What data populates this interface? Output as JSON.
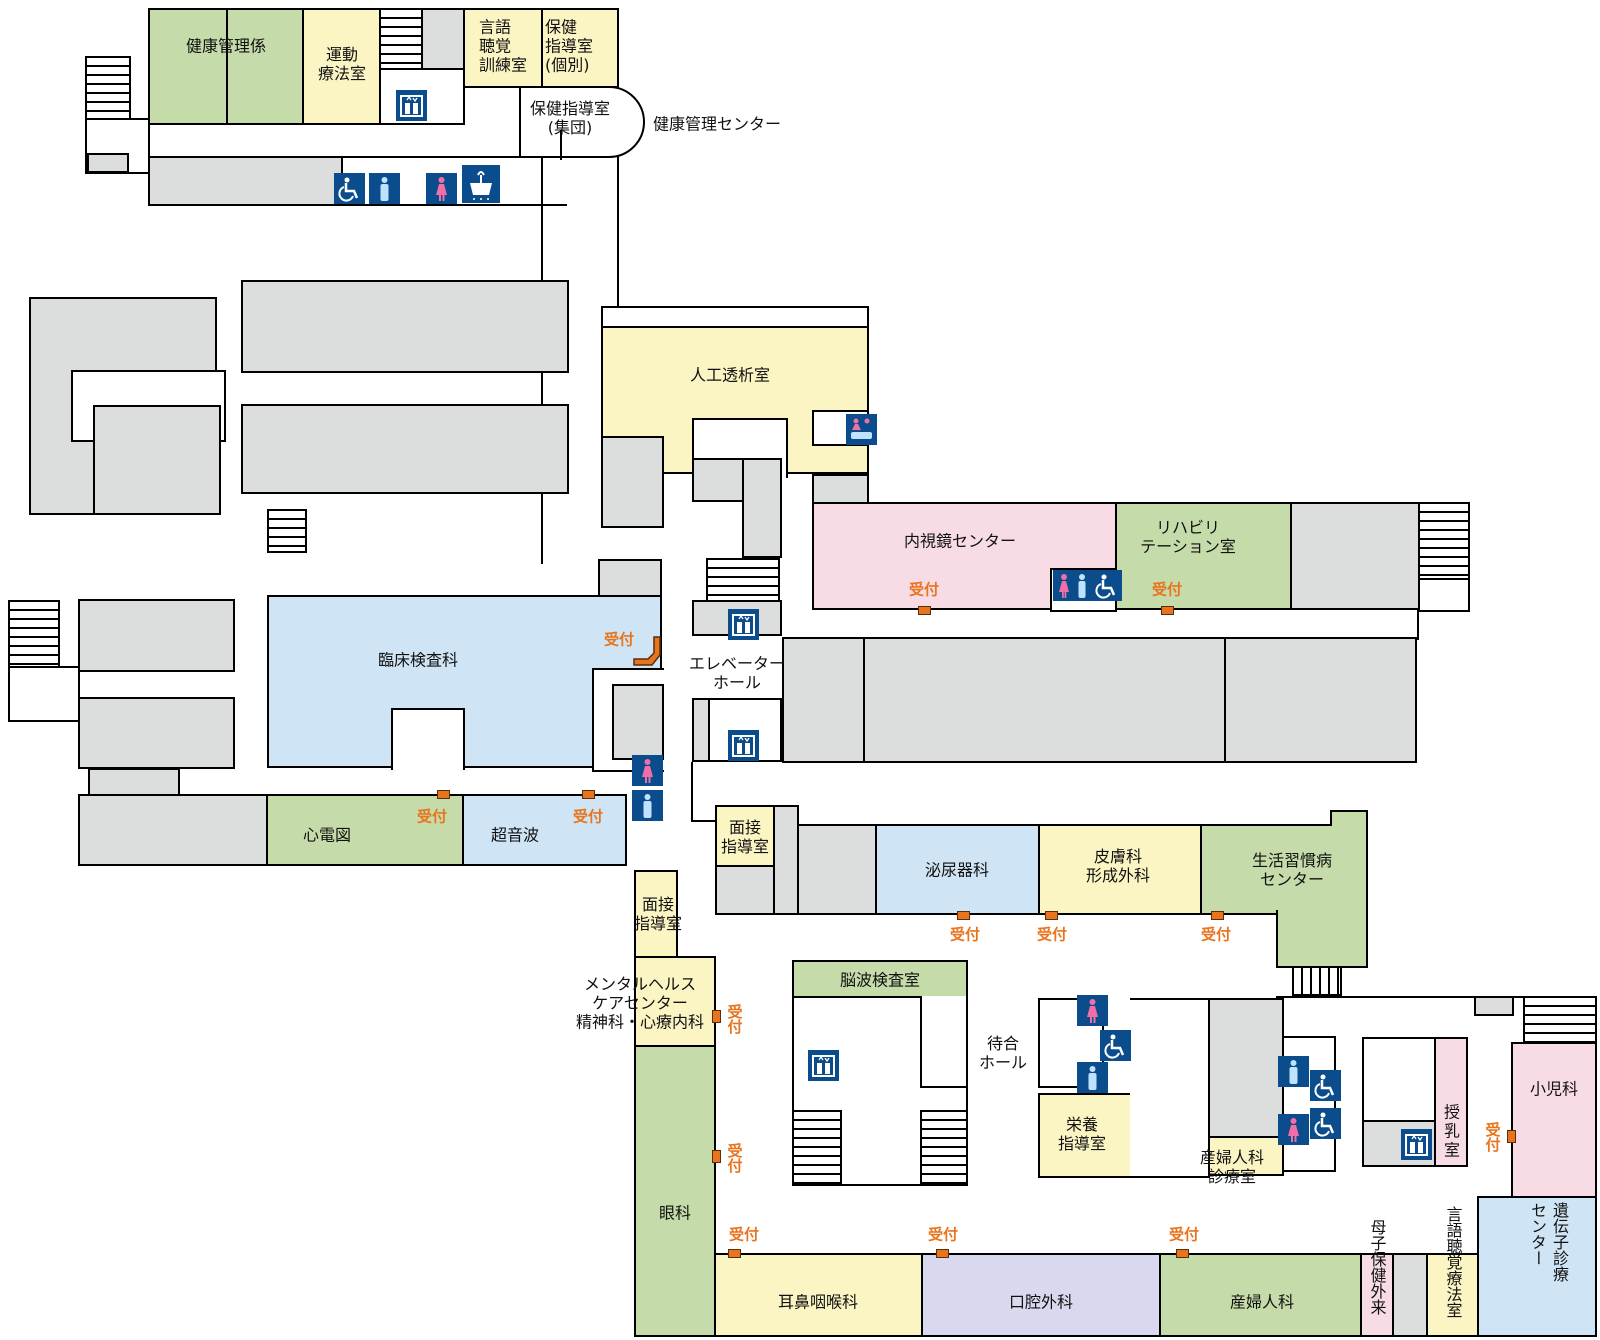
{
  "rooms": {
    "kenko_kanri": "健康管理係",
    "undo_ryoho": "運動\n療法室",
    "gengo_kunren": "言語\n聴覚\n訓練室",
    "hoken_kobetsu": "保健\n指導室\n(個別)",
    "hoken_shudan": "保健指導室\n(集団)",
    "kenko_center": "健康管理センター",
    "jinko_toseki": "人工透析室",
    "naishikyo": "内視鏡センター",
    "reha": "リハビリ\nテーション室",
    "rinsho": "臨床検査科",
    "elevator_hall": "エレベーター\nホール",
    "shindenzu": "心電図",
    "choonpa": "超音波",
    "mensetsu1": "面接\n指導室",
    "mensetsu2": "面接\n指導室",
    "hinyoki": "泌尿器科",
    "hifu": "皮膚科\n形成外科",
    "seikatsu": "生活習慣病\nセンター",
    "mental": "メンタルヘルス\nケアセンター\n精神科・心療内科",
    "noha": "脳波検査室",
    "machiai": "待合\nホール",
    "eiyo": "栄養\n指導室",
    "sanfu_shinryo": "産婦人科\n診療室",
    "junyu": "授\n乳\n室",
    "shoni": "小児科",
    "idenshi": "遺伝子診療\nセンター",
    "ganka": "眼科",
    "jibi": "耳鼻咽喉科",
    "koku": "口腔外科",
    "sanfu": "産婦人科",
    "boshi": "母子保健外来",
    "gengo_ryoho": "言語聴覚療法室"
  },
  "reception_label": "受付",
  "colors": {
    "clinical_yellow": "#fbf5c4",
    "clinical_green": "#c5dba9",
    "clinical_blue": "#cfe4f4",
    "clinical_pink": "#f7dce6",
    "clinical_purple": "#d8d9ee",
    "non_public_gray": "#dcdddd",
    "reception_orange": "#e8741e",
    "icon_blue": "#0b4c8c",
    "female_pink": "#f06fa6"
  },
  "icons": [
    "elevator-icon",
    "wheelchair-icon",
    "male-restroom-icon",
    "female-restroom-icon",
    "water-fountain-icon",
    "multipurpose-restroom-icon"
  ]
}
